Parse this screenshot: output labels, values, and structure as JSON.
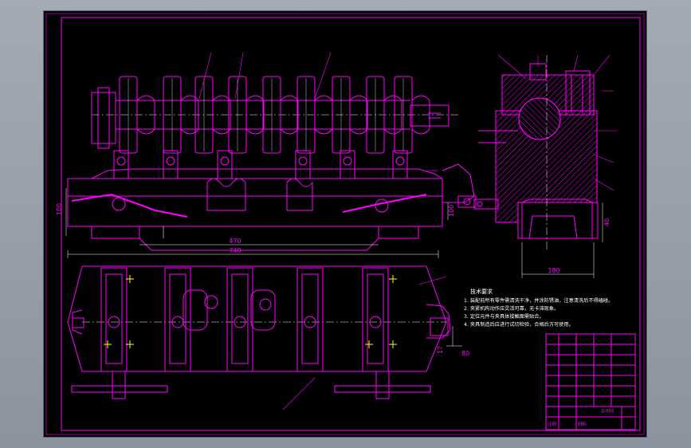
{
  "drawing": {
    "colors": {
      "sheet_background": "#000000",
      "line_primary": "#ff00ff",
      "line_secondary": "#ffffff",
      "marker": "#ffff00",
      "viewport_background": "#99a0aa"
    },
    "front_view": {
      "dim_left_height": "100",
      "dim_inner_width": "470",
      "dim_overall_width": "740",
      "dim_right_height": "100"
    },
    "side_view": {
      "dim_bottom_width": "180",
      "dim_right_height": "40"
    },
    "plan_view": {
      "dim_right_vertical": "17",
      "dim_right_label": "80"
    },
    "tech_requirements": {
      "title": "技术要求",
      "items": [
        "1. 装配前所有零件需清洗干净，并涂防锈油，注意清洗后不得磕碰。",
        "2. 夹紧机构动作应灵活可靠，无卡滞现象。",
        "3. 定位元件与夹具体接触面需贴合。",
        "4. 夹具制造后应进行试切检验，合格后方可使用。"
      ]
    },
    "title_block": {
      "drawing_code": "JJ-002",
      "scale_label": "比例",
      "material_label": "材料"
    }
  }
}
